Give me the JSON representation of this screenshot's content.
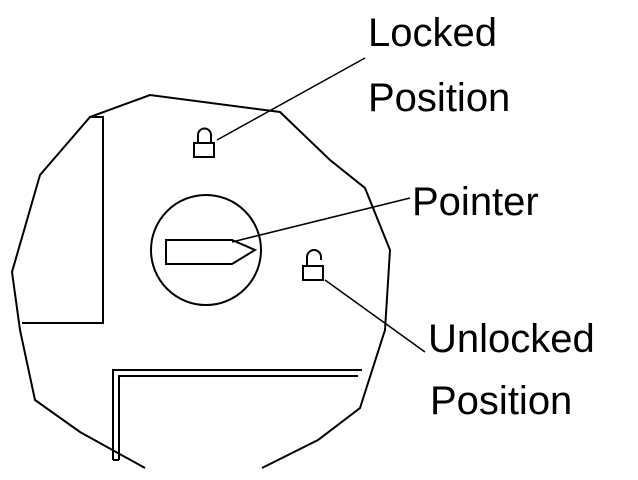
{
  "labels": {
    "locked_line1": "Locked",
    "locked_line2": "Position",
    "pointer": "Pointer",
    "unlocked_line1": "Unlocked",
    "unlocked_line2": "Position"
  },
  "icons": {
    "locked": "lock-closed-icon",
    "unlocked": "lock-open-icon",
    "pointer": "arrow-pointer-icon"
  },
  "colors": {
    "line": "#000000",
    "background": "#ffffff"
  }
}
